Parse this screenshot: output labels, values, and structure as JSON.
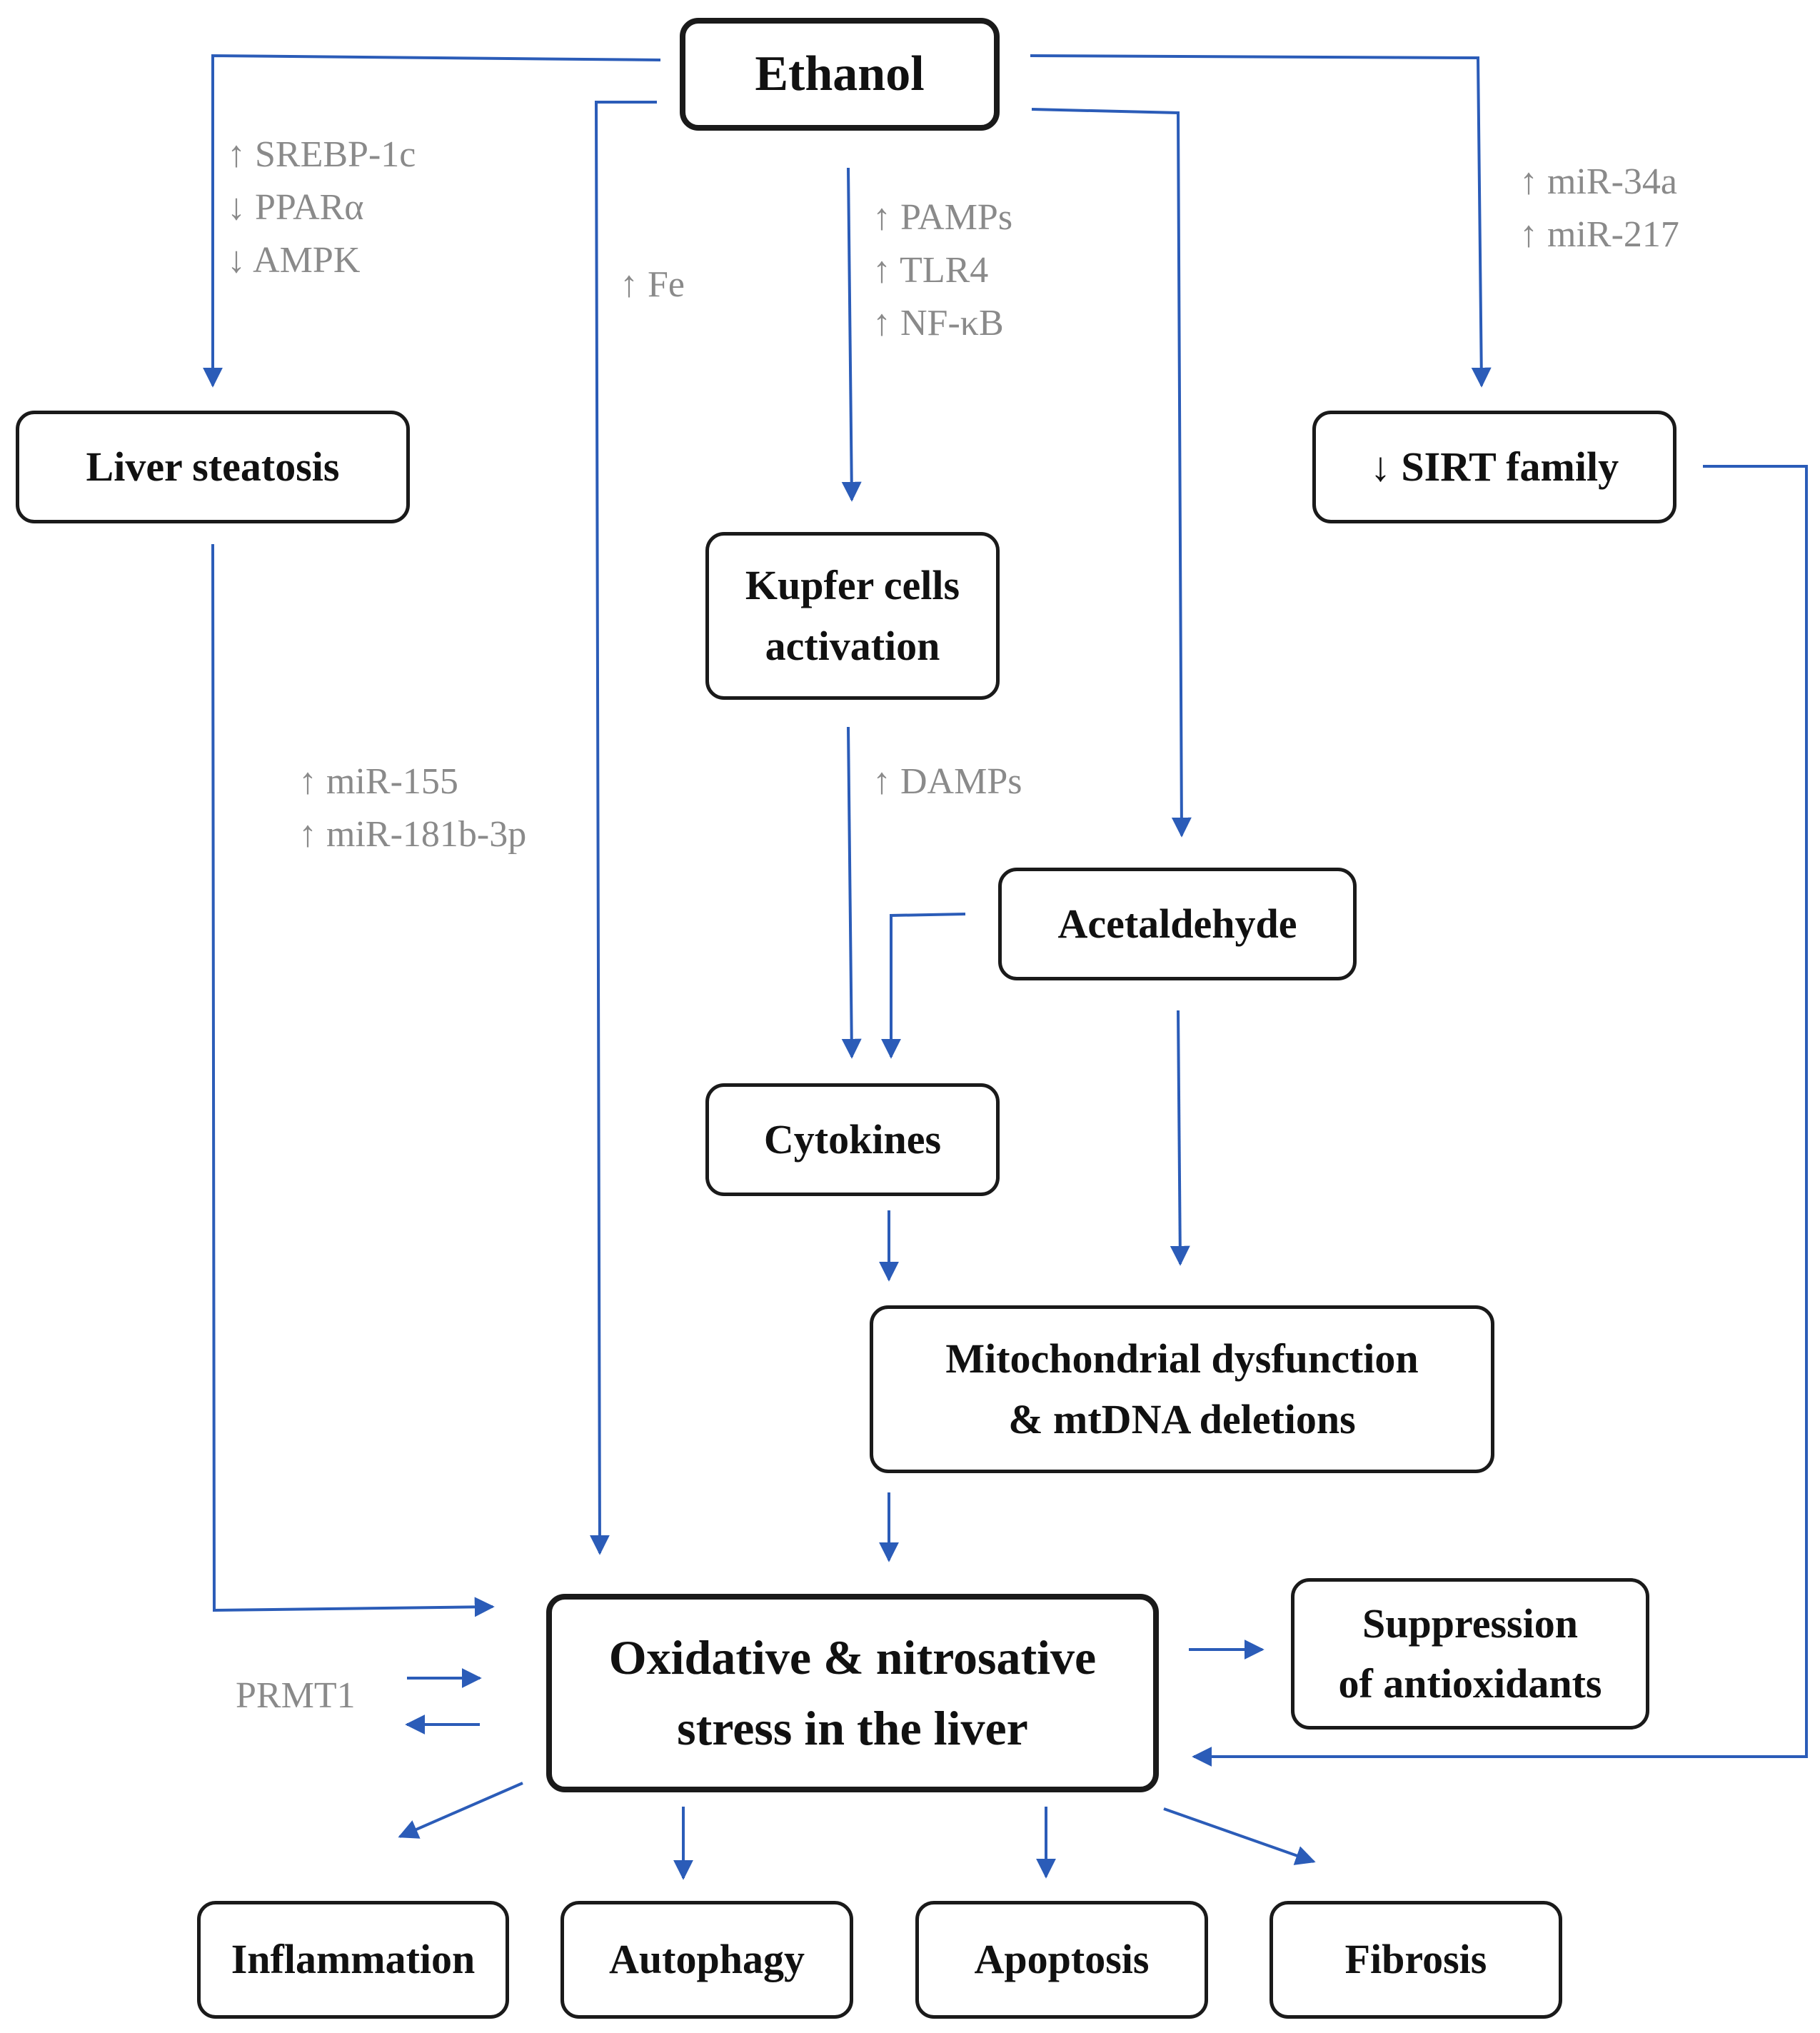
{
  "colors": {
    "arrow": "#2b5cb8",
    "box_border": "#1a1a1a",
    "box_text": "#111111",
    "label_text": "#8a8a8a"
  },
  "nodes": {
    "ethanol": "Ethanol",
    "liver_steatosis": "Liver steatosis",
    "sirt_family": "↓ SIRT family",
    "kupfer": "Kupfer cells\nactivation",
    "acetaldehyde": "Acetaldehyde",
    "cytokines": "Cytokines",
    "mito": "Mitochondrial dysfunction\n& mtDNA deletions",
    "oxidative": "Oxidative & nitrosative\nstress in the liver",
    "suppression": "Suppression\nof antioxidants",
    "inflammation": "Inflammation",
    "autophagy": "Autophagy",
    "apoptosis": "Apoptosis",
    "fibrosis": "Fibrosis"
  },
  "labels": {
    "steatosis_markers": [
      "↑ SREBP-1c",
      "↓ PPARα",
      "↓ AMPK"
    ],
    "fe": "↑ Fe",
    "kupfer_markers": [
      "↑ PAMPs",
      "↑ TLR4",
      "↑ NF-κB"
    ],
    "sirt_markers": [
      "↑ miR-34a",
      "↑ miR-217"
    ],
    "damps": "↑ DAMPs",
    "mir_markers": [
      "↑ miR-155",
      "↑ miR-181b-3p"
    ],
    "prmt1": "PRMT1"
  }
}
